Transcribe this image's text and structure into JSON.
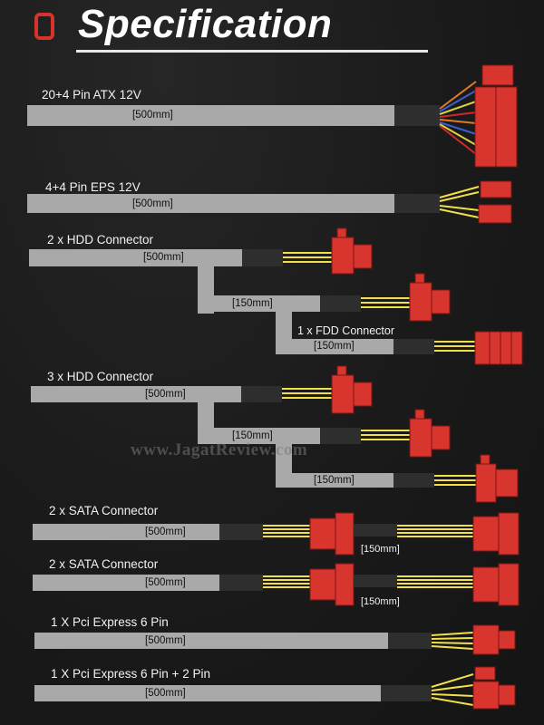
{
  "header": {
    "title": "Specification",
    "accent": "#d8322c"
  },
  "watermark": "www.JagatReview.com",
  "colors": {
    "cable": "#a9a9a9",
    "connector": "#d9352f",
    "wire": "#f2e04a"
  },
  "cables": [
    {
      "name": "20+4 Pin ATX 12V",
      "lengths": [
        "[500mm]"
      ]
    },
    {
      "name": "4+4 Pin EPS 12V",
      "lengths": [
        "[500mm]"
      ]
    },
    {
      "name": "2 x HDD Connector",
      "lengths": [
        "[500mm]",
        "[150mm]"
      ],
      "extra": "1 x FDD Connector",
      "extra_length": "[150mm]"
    },
    {
      "name": "3 x HDD Connector",
      "lengths": [
        "[500mm]",
        "[150mm]",
        "[150mm]"
      ]
    },
    {
      "name": "2 x SATA Connector",
      "lengths": [
        "[500mm]",
        "[150mm]"
      ]
    },
    {
      "name": "2 x SATA Connector",
      "lengths": [
        "[500mm]",
        "[150mm]"
      ]
    },
    {
      "name": "1 X Pci Express 6 Pin",
      "lengths": [
        "[500mm]"
      ]
    },
    {
      "name": "1 X Pci Express 6 Pin + 2 Pin",
      "lengths": [
        "[500mm]"
      ]
    }
  ]
}
